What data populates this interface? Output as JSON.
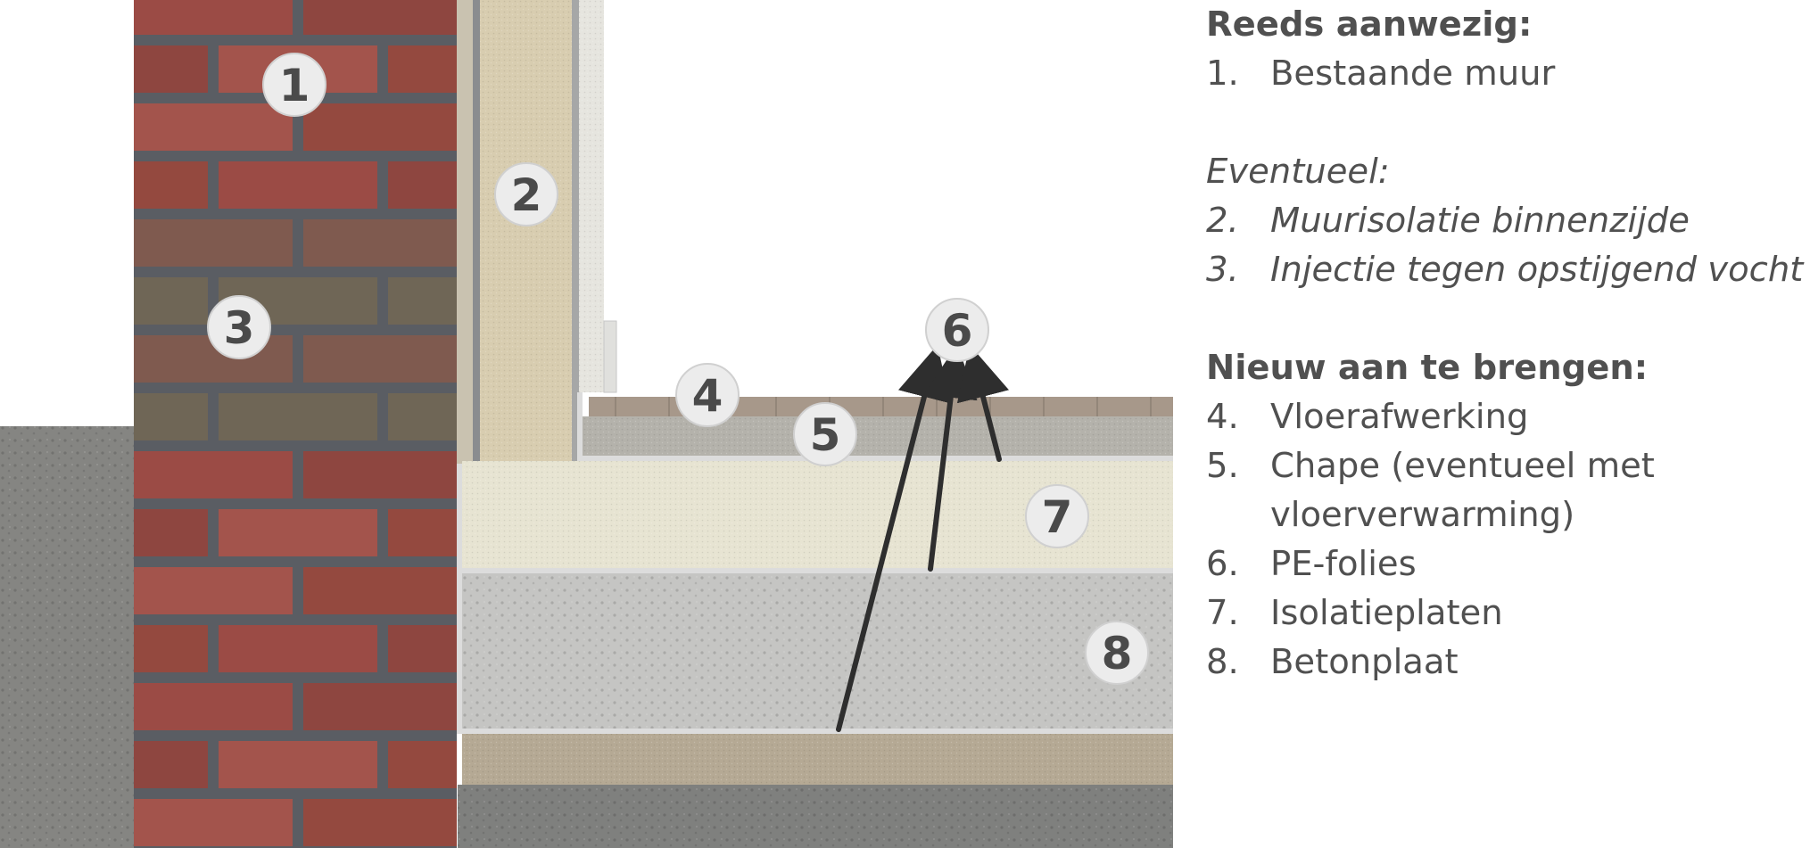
{
  "labels": [
    "1",
    "2",
    "3",
    "4",
    "5",
    "6",
    "7",
    "8"
  ],
  "legend": {
    "existing": {
      "heading": "Reeds aanwezig:",
      "items": [
        {
          "num": "1.",
          "text": "Bestaande muur"
        }
      ]
    },
    "optional": {
      "heading": "Eventueel:",
      "items": [
        {
          "num": "2.",
          "text": "Muurisolatie binnenzijde"
        },
        {
          "num": "3.",
          "text": "Injectie tegen opstijgend vocht"
        }
      ]
    },
    "new": {
      "heading": "Nieuw aan te brengen:",
      "items": [
        {
          "num": "4.",
          "text": "Vloerafwerking"
        },
        {
          "num": "5.",
          "text": "Chape (eventueel met",
          "text2": "vloerverwarming)"
        },
        {
          "num": "6.",
          "text": "PE-folies"
        },
        {
          "num": "7.",
          "text": "Isolatieplaten"
        },
        {
          "num": "8.",
          "text": "Betonplaat"
        }
      ]
    }
  },
  "colors": {
    "brick": "#9b4b45",
    "mortar": "#5a5d63",
    "ground": "#858582",
    "wall_insulation": "#d8cdb0",
    "floor_insulation": "#e7e4d2",
    "screed": "#b4b2ab",
    "concrete": "#c5c5c3",
    "sand": "#b5a994",
    "floor_finish": "#a7988a",
    "pe_foil": "#dcdcdc",
    "arrow": "#2e2e2e",
    "text": "#505050"
  }
}
